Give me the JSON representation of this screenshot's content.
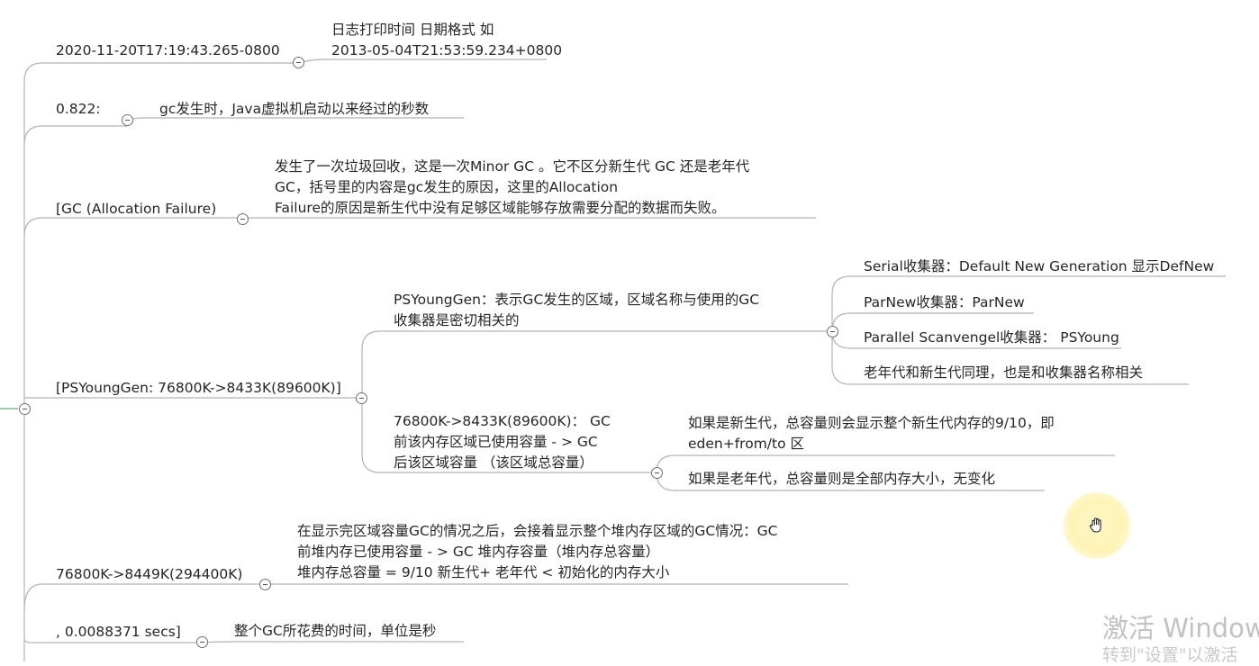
{
  "root_tail": [
    {
      "key": "timestamp",
      "label": "2020-11-20T17:19:43.265-0800",
      "notes": [
        "日志打印时间 日期格式  如",
        "2013-05-04T21:53:59.234+0800"
      ]
    },
    {
      "key": "uptime",
      "label": "0.822:",
      "notes": [
        "gc发生时，Java虚拟机启动以来经过的秒数"
      ]
    },
    {
      "key": "gc-cause",
      "label": "[GC (Allocation Failure)",
      "notes": [
        "发生了一次垃圾回收，这是一次Minor GC 。它不区分新生代 GC 还是老年代",
        "GC，括号里的内容是gc发生的原因，这里的Allocation",
        "Failure的原因是新生代中没有足够区域能够存放需要分配的数据而失败。"
      ]
    },
    {
      "key": "psyounggen",
      "label": "[PSYoungGen: 76800K->8433K(89600K)]",
      "region": {
        "notes": [
          "PSYoungGen：表示GC发生的区域，区域名称与使用的GC",
          "收集器是密切相关的"
        ],
        "collectors": [
          "Serial收集器：Default New Generation  显示DefNew",
          "ParNew收集器：ParNew",
          "Parallel Scanvengel收集器：  PSYoung",
          "老年代和新生代同理，也是和收集器名称相关"
        ]
      },
      "capacity": {
        "notes": [
          "76800K->8433K(89600K)：  GC",
          "前该内存区域已使用容量 - > GC",
          "后该区域容量  （该区域总容量）"
        ],
        "cases": [
          [
            "如果是新生代，总容量则会显示整个新生代内存的9/10，即",
            "eden+from/to 区"
          ],
          [
            "如果是老年代，总容量则是全部内存大小，无变化"
          ]
        ]
      }
    },
    {
      "key": "heap",
      "label": "76800K->8449K(294400K)",
      "notes": [
        "在显示完区域容量GC的情况之后，会接着显示整个堆内存区域的GC情况：GC",
        "前堆内存已使用容量 - > GC 堆内存容量（堆内存总容量）",
        "堆内存总容量 = 9/10 新生代+ 老年代 < 初始化的内存大小"
      ]
    },
    {
      "key": "duration",
      "label": ", 0.0088371 secs]",
      "notes": [
        "整个GC所花费的时间，单位是秒"
      ]
    }
  ],
  "watermark": {
    "line1": "激活 Window",
    "line2": "转到\"设置\"以激活"
  },
  "colors": {
    "line": "#b4b4b4",
    "text": "#262626",
    "accent_line": "#3d9a5a",
    "cursor_glow": "#fff3b6"
  }
}
